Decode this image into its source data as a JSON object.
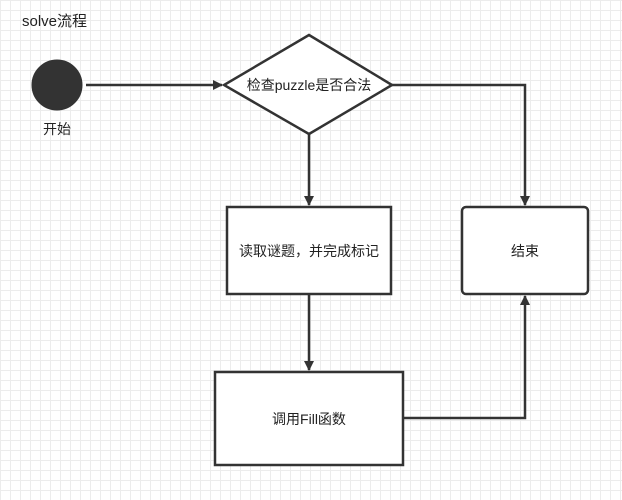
{
  "title": "solve流程",
  "nodes": {
    "start": {
      "label": "开始"
    },
    "check": {
      "label": "检查puzzle是否合法"
    },
    "read": {
      "label": "读取谜题，并完成标记"
    },
    "fill": {
      "label": "调用Fill函数"
    },
    "end": {
      "label": "结束"
    }
  },
  "edges": [
    {
      "from": "start",
      "to": "check"
    },
    {
      "from": "check",
      "to": "read"
    },
    {
      "from": "check",
      "to": "end"
    },
    {
      "from": "read",
      "to": "fill"
    },
    {
      "from": "fill",
      "to": "end"
    }
  ],
  "colors": {
    "stroke": "#333333",
    "start_fill": "#333333",
    "node_fill": "#ffffff",
    "text": "#222222",
    "grid": "#ececec"
  }
}
